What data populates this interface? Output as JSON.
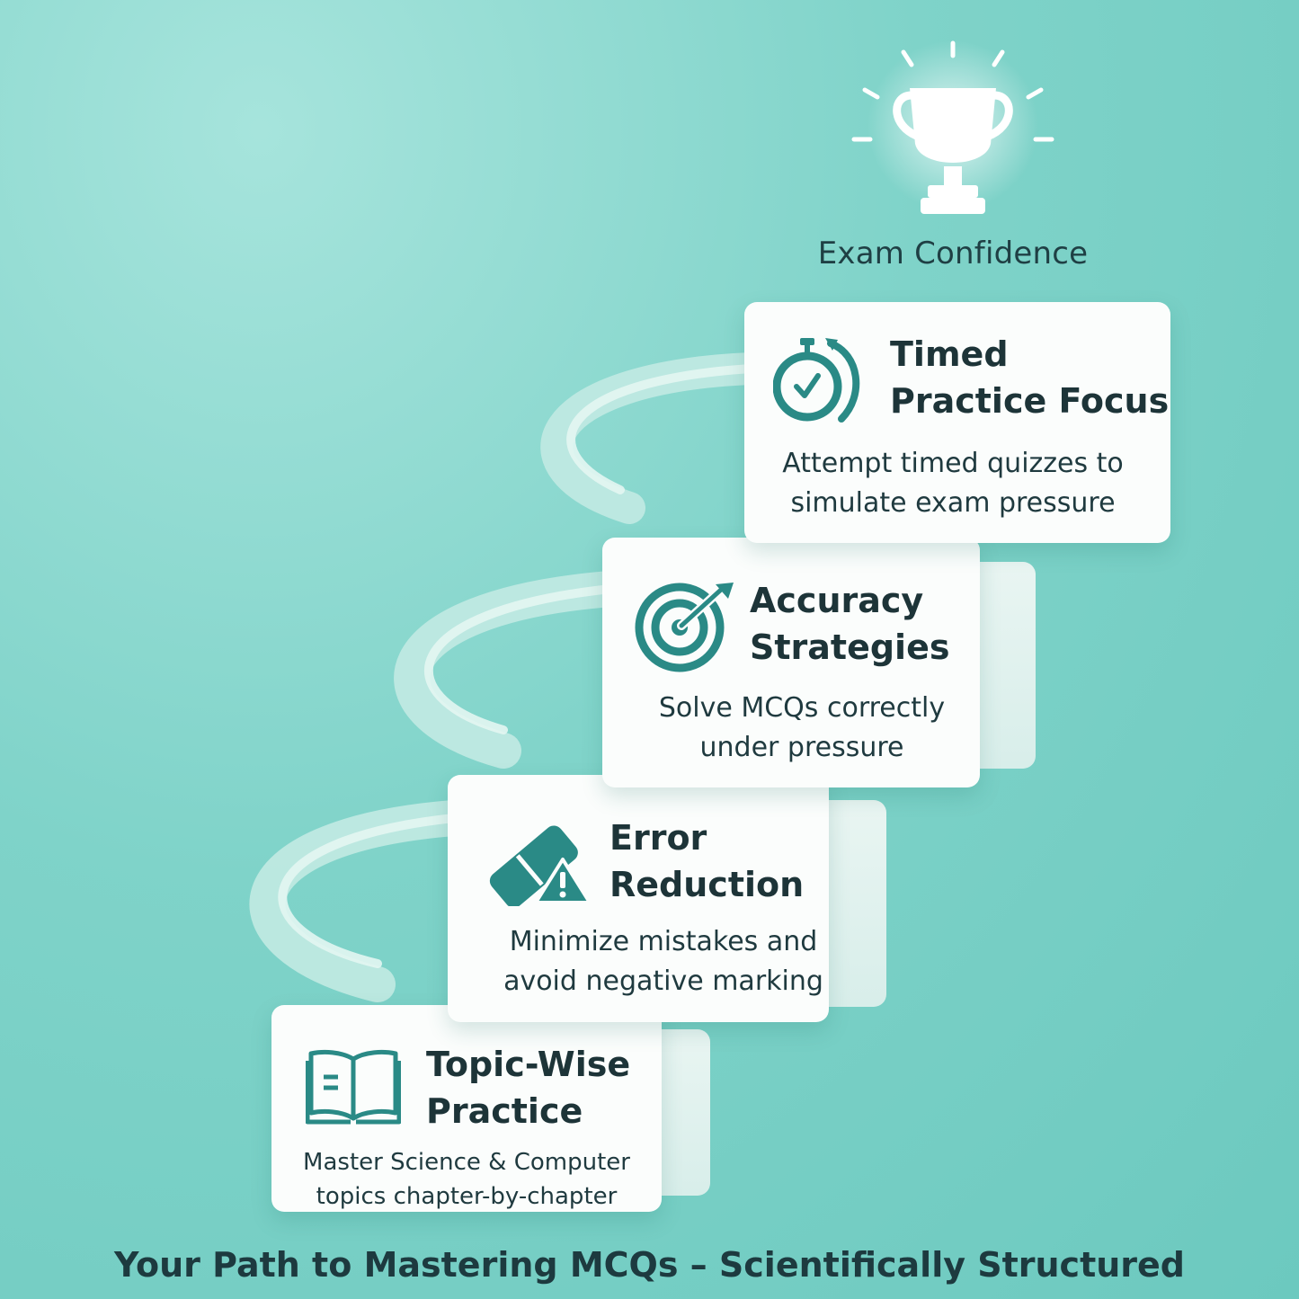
{
  "peak": {
    "label": "Exam Confidence",
    "icon": "trophy-icon"
  },
  "steps": [
    {
      "title_line1": "Timed",
      "title_line2": "Practice Focus",
      "desc_line1": "Attempt timed quizzes to",
      "desc_line2": "simulate exam pressure",
      "icon": "stopwatch-icon"
    },
    {
      "title_line1": "Accuracy",
      "title_line2": "Strategies",
      "desc_line1": "Solve MCQs correctly",
      "desc_line2": "under pressure",
      "icon": "target-icon"
    },
    {
      "title_line1": "Error",
      "title_line2": "Reduction",
      "desc_line1": "Minimize mistakes and",
      "desc_line2": "avoid negative marking",
      "icon": "eraser-warning-icon"
    },
    {
      "title_line1": "Topic-Wise",
      "title_line2": "Practice",
      "desc_line1": "Master Science & Computer",
      "desc_line2": "topics chapter-by-chapter",
      "icon": "open-book-icon"
    }
  ],
  "footer": "Your Path to Mastering MCQs – Scientifically Structured",
  "colors": {
    "background": "#7fd3c9",
    "accent": "#2a8a86",
    "card": "#fbfdfc",
    "text": "#1d3438"
  }
}
